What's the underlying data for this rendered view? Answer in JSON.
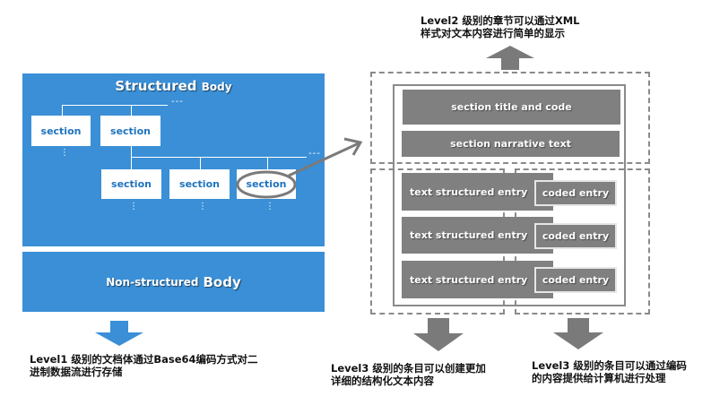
{
  "left": {
    "structured_body": {
      "title_main": "Structured",
      "title_suffix": "Body",
      "sections": [
        "section",
        "section",
        "section",
        "section",
        "section"
      ],
      "ellipsis": "---",
      "continuation": ":"
    },
    "non_structured_body": {
      "title_main": "Non-structured",
      "title_suffix": "Body"
    },
    "level1_note": {
      "line1": "Level1 级别的文档体通过Base64编码方式对二",
      "line2": "进制数据流进行存储"
    }
  },
  "right": {
    "level2_note": {
      "line1": "Level2 级别的章节可以通过XML",
      "line2": "样式对文本内容进行简单的显示"
    },
    "section_title": "section title and code",
    "section_narrative": "section narrative text",
    "entries": [
      {
        "text": "text structured entry",
        "coded": "coded entry"
      },
      {
        "text": "text structured entry",
        "coded": "coded entry"
      },
      {
        "text": "text structured entry",
        "coded": "coded entry"
      }
    ],
    "level3_text_note": {
      "line1": "Level3 级别的条目可以创建更加",
      "line2": "详细的结构化文本内容"
    },
    "level3_coded_note": {
      "line1": "Level3 级别的条目可以通过编码",
      "line2": "的内容提供给计算机进行处理"
    }
  },
  "colors": {
    "blue": "#3a8fd6",
    "section_text": "#1e73be",
    "gray_box": "#808080",
    "arrow_gray": "#7a7a7a"
  }
}
